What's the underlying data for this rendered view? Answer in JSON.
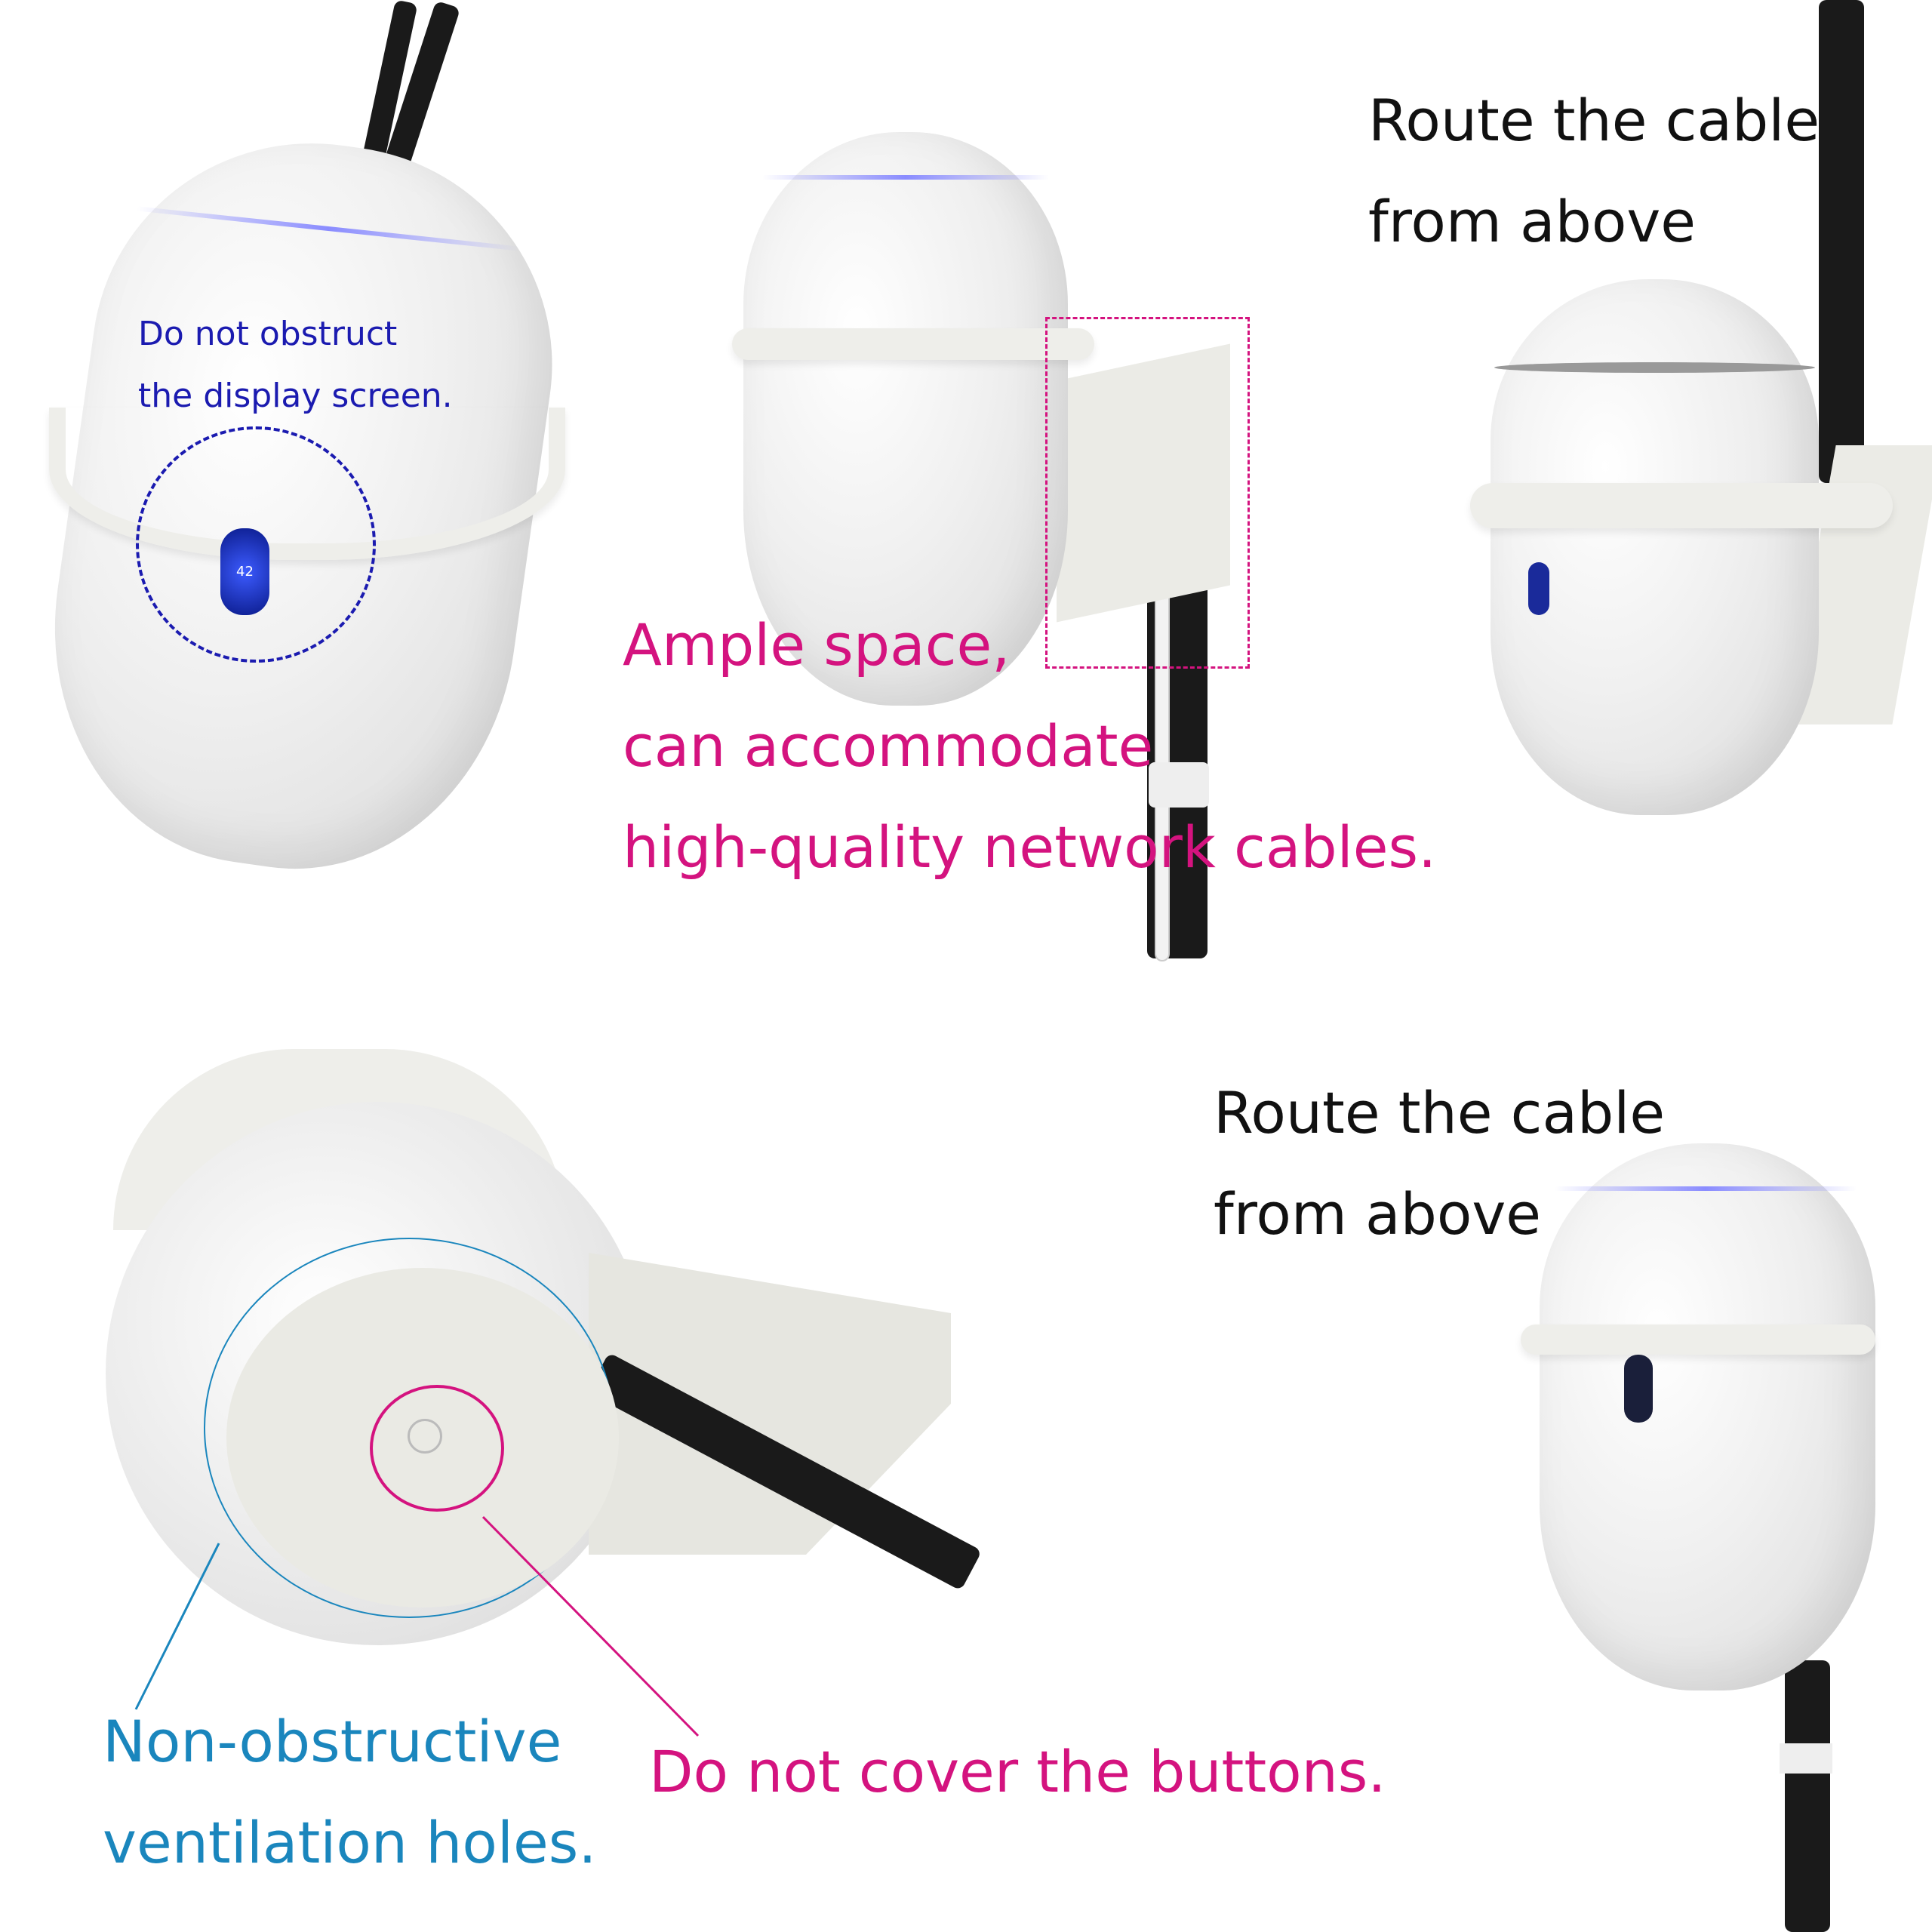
{
  "panels": {
    "top_left": {
      "caption_lines": [
        "Do not obstruct",
        "the display screen."
      ],
      "display_value": "42",
      "caption_color": "#1b1bb0"
    },
    "top_center": {
      "caption_lines": [
        "Ample space,",
        "can accommodate",
        "high-quality network cables."
      ],
      "caption_color": "#d4137f"
    },
    "top_right": {
      "caption_lines": [
        "Route the cable",
        "from above"
      ],
      "caption_color": "#111111"
    },
    "bottom_left": {
      "vent_caption_lines": [
        "Non-obstructive",
        "ventilation holes."
      ],
      "vent_color": "#1a86bd",
      "button_caption": "Do not cover the buttons.",
      "button_color": "#d4137f"
    },
    "bottom_right": {
      "caption_lines": [
        "Route the cable",
        "from above"
      ],
      "caption_color": "#111111"
    }
  }
}
